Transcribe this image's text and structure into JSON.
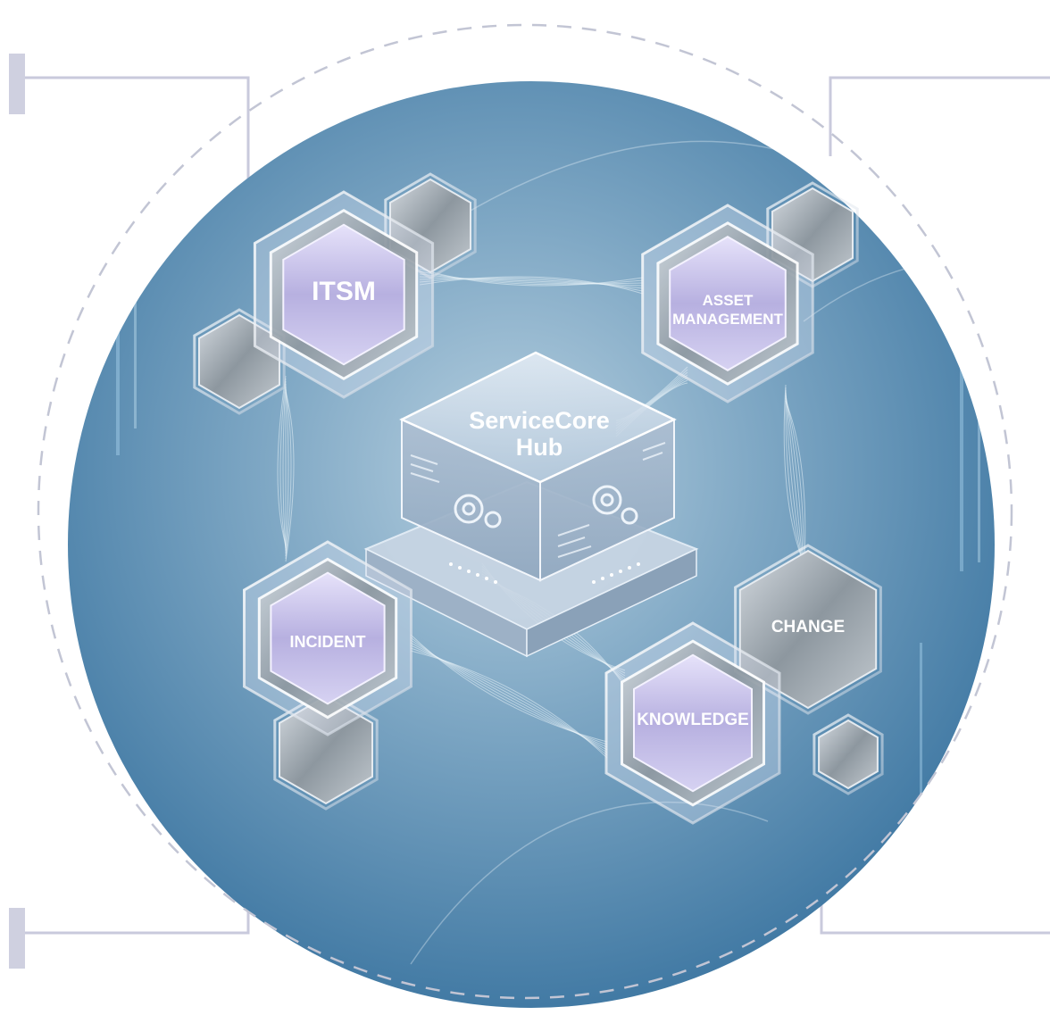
{
  "hub": {
    "line1": "ServiceCore",
    "line2": "Hub"
  },
  "modules": {
    "itsm": {
      "label": "ITSM"
    },
    "asset": {
      "line1": "ASSET",
      "line2": "MANAGEMENT"
    },
    "incident": {
      "label": "INCIDENT"
    },
    "change": {
      "label": "CHANGE"
    },
    "knowledge": {
      "label": "KNOWLEDGE"
    }
  },
  "colors": {
    "circle_center": "#a9c6d9",
    "circle_edge": "#3f7aa6",
    "bracket": "#c9cadc",
    "dashed_ring": "#c2c5d4",
    "hex_glass": "#c9c3ec",
    "hex_metal": "#8a96a0",
    "connector": "#e8f2f8"
  }
}
